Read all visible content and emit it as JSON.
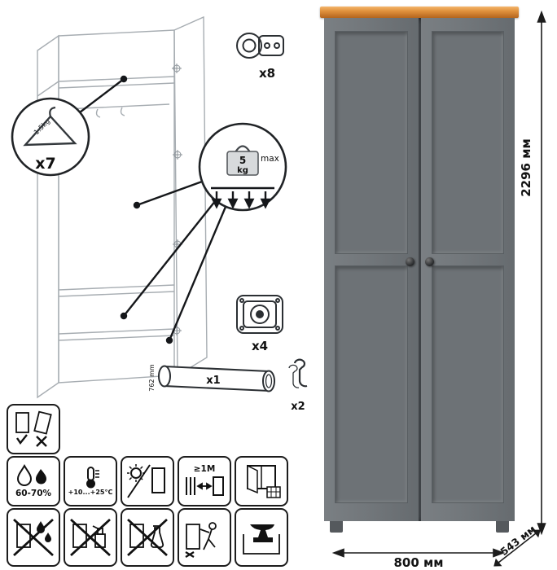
{
  "exploded_view": {
    "hanger": {
      "count": "x7",
      "max_load": "1.5kg"
    },
    "shelf_load": {
      "value": "5",
      "unit": "kg",
      "qualifier": "max"
    },
    "hinges_count": "x8",
    "feet_count": "x4",
    "rod_count": "x1",
    "rod_length": "762 mm",
    "hooks_count": "x2"
  },
  "dimensions": {
    "height": "2296 мм",
    "width": "800 мм",
    "depth": "543 мм"
  },
  "care": {
    "humidity": "60-70%",
    "temperature": "+10...+25°C",
    "min_distance": "≥1M"
  },
  "colors": {
    "wood_top": "#dd8b38",
    "door_gray": "#71767a",
    "line_dark": "#1c1c1c"
  }
}
